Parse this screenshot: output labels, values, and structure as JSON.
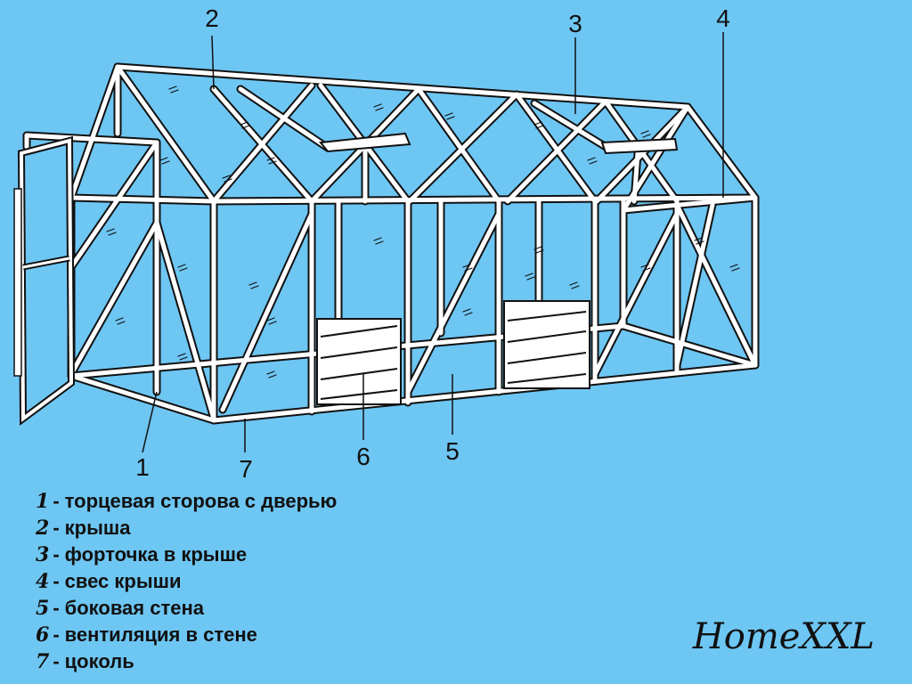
{
  "callout_numbers": [
    "1",
    "2",
    "3",
    "4",
    "5",
    "6",
    "7"
  ],
  "legend": [
    {
      "num": "1",
      "sep": "-",
      "text": "торцевая сторова с дверью"
    },
    {
      "num": "2",
      "sep": "-",
      "text": "крыша"
    },
    {
      "num": "3",
      "sep": "-",
      "text": "форточка в крыше"
    },
    {
      "num": "4",
      "sep": "-",
      "text": "свес крыши"
    },
    {
      "num": "5",
      "sep": "-",
      "text": "боковая стена"
    },
    {
      "num": "6",
      "sep": "-",
      "text": "вентиляция в стене"
    },
    {
      "num": "7",
      "sep": "-",
      "text": "цоколь"
    }
  ],
  "watermark": "HomeXXL",
  "colors": {
    "background": "#6ec6f3",
    "frame": "#ffffff",
    "outline": "#111111"
  }
}
